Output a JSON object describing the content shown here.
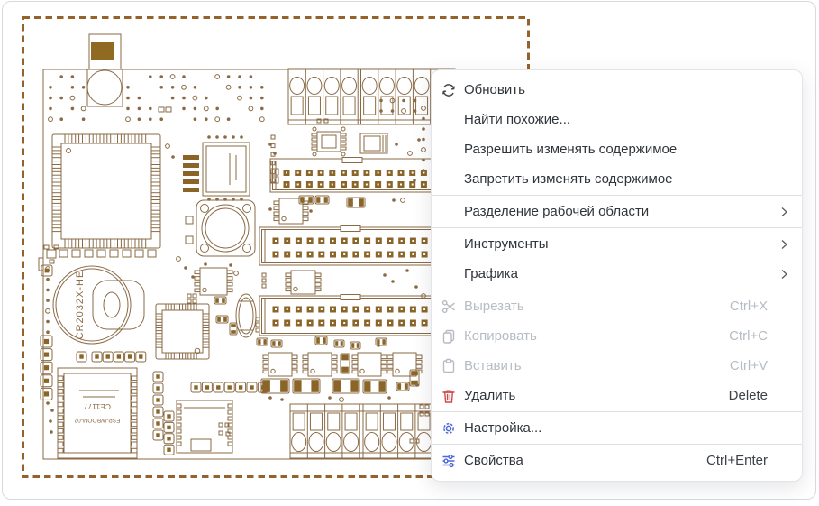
{
  "window": {
    "background": "#ffffff",
    "border_color": "#d6d9dd"
  },
  "pcb": {
    "colors": {
      "line": "#8a6a45",
      "pad_fill": "#8a6527",
      "solid_fill": "#8f6a20",
      "dash": "#96622b",
      "text": "#8a6a45"
    },
    "labels": {
      "battery": "CR2032X-HE",
      "module_cert": "CE1177",
      "module_model": "ESP-WROOM-02"
    }
  },
  "context_menu": {
    "colors": {
      "text": "#30353a",
      "disabled": "#b6bcc3",
      "shortcut": "#3c4147",
      "separator": "#dcdfe3",
      "icon_default": "#43484e",
      "icon_danger": "#cd4a4a",
      "icon_accent": "#4c68d9"
    },
    "items": [
      {
        "id": "refresh",
        "label": "Обновить",
        "icon": "refresh-icon",
        "enabled": true
      },
      {
        "id": "find-similar",
        "label": "Найти похожие...",
        "enabled": true
      },
      {
        "id": "allow-edit",
        "label": "Разрешить изменять содержимое",
        "enabled": true
      },
      {
        "id": "forbid-edit",
        "label": "Запретить изменять содержимое",
        "enabled": true
      },
      {
        "type": "separator"
      },
      {
        "id": "split-workspace",
        "label": "Разделение рабочей области",
        "submenu": true,
        "enabled": true
      },
      {
        "type": "separator"
      },
      {
        "id": "tools",
        "label": "Инструменты",
        "submenu": true,
        "enabled": true
      },
      {
        "id": "graphics",
        "label": "Графика",
        "submenu": true,
        "enabled": true
      },
      {
        "type": "separator"
      },
      {
        "id": "cut",
        "label": "Вырезать",
        "icon": "scissors-icon",
        "shortcut": "Ctrl+X",
        "enabled": false
      },
      {
        "id": "copy",
        "label": "Копировать",
        "icon": "copy-icon",
        "shortcut": "Ctrl+C",
        "enabled": false
      },
      {
        "id": "paste",
        "label": "Вставить",
        "icon": "paste-icon",
        "shortcut": "Ctrl+V",
        "enabled": false
      },
      {
        "id": "delete",
        "label": "Удалить",
        "icon": "trash-icon",
        "icon_color": "#cd4a4a",
        "shortcut": "Delete",
        "enabled": true
      },
      {
        "type": "separator"
      },
      {
        "id": "settings",
        "label": "Настройка...",
        "icon": "gear-icon",
        "icon_color": "#4c68d9",
        "enabled": true
      },
      {
        "type": "separator"
      },
      {
        "id": "properties",
        "label": "Свойства",
        "icon": "sliders-icon",
        "icon_color": "#4c68d9",
        "shortcut": "Ctrl+Enter",
        "enabled": true
      }
    ]
  }
}
